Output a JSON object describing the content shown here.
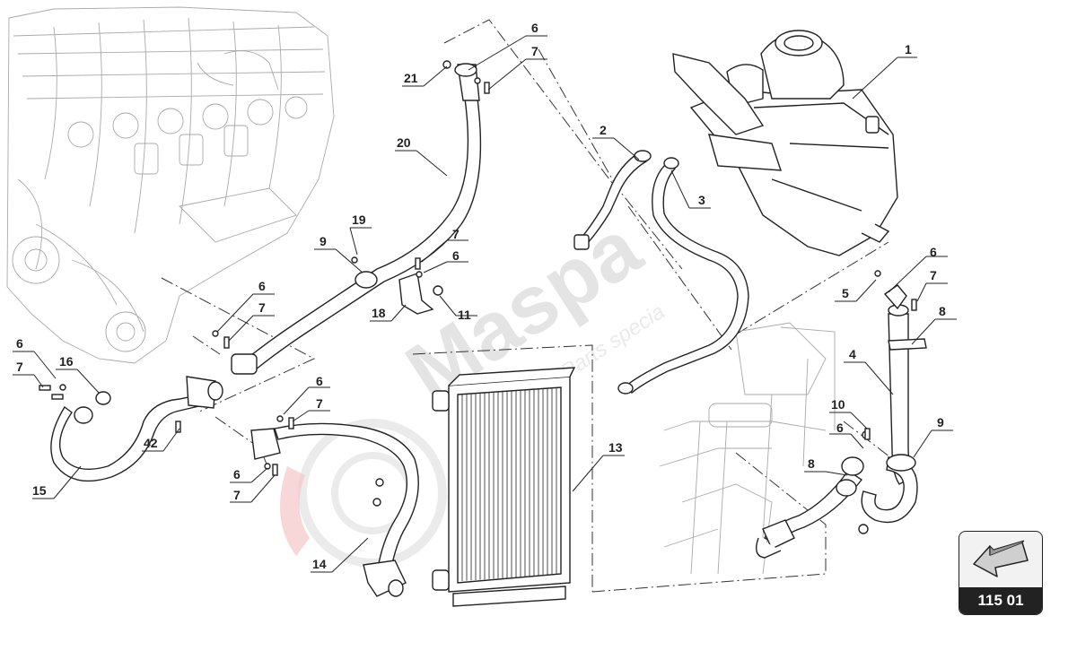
{
  "diagram": {
    "watermark": {
      "brand": "Maspa",
      "tagline": "the Car Parts specia"
    },
    "callouts": [
      {
        "id": "c1",
        "text": "1"
      },
      {
        "id": "c2",
        "text": "2"
      },
      {
        "id": "c3",
        "text": "3"
      },
      {
        "id": "c4",
        "text": "4"
      },
      {
        "id": "c5",
        "text": "5"
      },
      {
        "id": "c6a",
        "text": "6"
      },
      {
        "id": "c6b",
        "text": "6"
      },
      {
        "id": "c6c",
        "text": "6"
      },
      {
        "id": "c6d",
        "text": "6"
      },
      {
        "id": "c6e",
        "text": "6"
      },
      {
        "id": "c6f",
        "text": "6"
      },
      {
        "id": "c6g",
        "text": "6"
      },
      {
        "id": "c6h",
        "text": "6"
      },
      {
        "id": "c7a",
        "text": "7"
      },
      {
        "id": "c7b",
        "text": "7"
      },
      {
        "id": "c7c",
        "text": "7"
      },
      {
        "id": "c7d",
        "text": "7"
      },
      {
        "id": "c7e",
        "text": "7"
      },
      {
        "id": "c7f",
        "text": "7"
      },
      {
        "id": "c7g",
        "text": "7"
      },
      {
        "id": "c8a",
        "text": "8"
      },
      {
        "id": "c8b",
        "text": "8"
      },
      {
        "id": "c9a",
        "text": "9"
      },
      {
        "id": "c9b",
        "text": "9"
      },
      {
        "id": "c10",
        "text": "10"
      },
      {
        "id": "c11",
        "text": "11"
      },
      {
        "id": "c13",
        "text": "13"
      },
      {
        "id": "c14",
        "text": "14"
      },
      {
        "id": "c15",
        "text": "15"
      },
      {
        "id": "c16",
        "text": "16"
      },
      {
        "id": "c18",
        "text": "18"
      },
      {
        "id": "c19",
        "text": "19"
      },
      {
        "id": "c20",
        "text": "20"
      },
      {
        "id": "c21",
        "text": "21"
      },
      {
        "id": "c42",
        "text": "42"
      }
    ]
  },
  "nav_box": {
    "reference": "115 01",
    "icon": "arrow-left-icon"
  },
  "colors": {
    "line": "#222222",
    "engine": "#a9a9a9",
    "watermark": "#cfcfcf",
    "badge": "#222222"
  }
}
